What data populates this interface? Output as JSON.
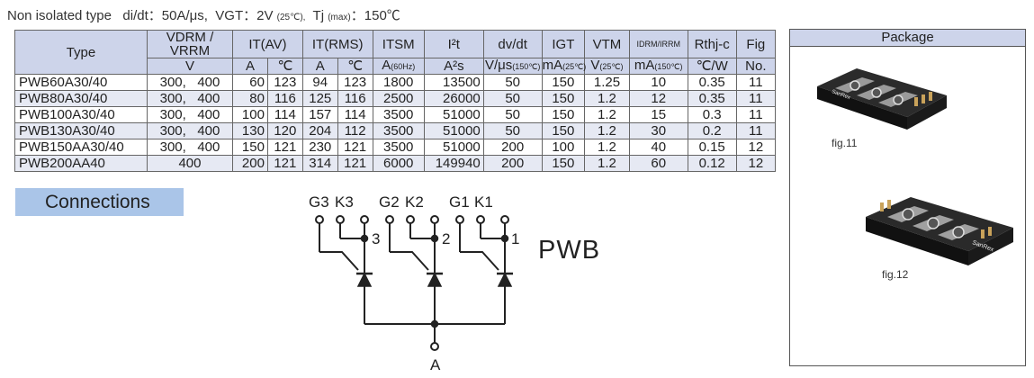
{
  "header": {
    "type_label": "Non isolated type",
    "didt": "di/dt：50A/μs,",
    "vgt_main": "VGT：2V",
    "vgt_cond": "(25℃),",
    "tj_main": "Tj",
    "tj_cond": "(max)",
    "tj_value": "：150℃"
  },
  "table": {
    "headers": {
      "type": "Type",
      "vdrm_top": "VDRM / VRRM",
      "vdrm_unit": "V",
      "it_av": "IT(AV)",
      "it_rms": "IT(RMS)",
      "unit_a": "A",
      "unit_c": "℃",
      "itsm_top": "ITSM",
      "itsm_unit": "A",
      "itsm_cond": "(60Hz)",
      "i2t_top": "I²t",
      "i2t_unit": "A²s",
      "dvdt_top": "dv/dt",
      "dvdt_unit": "V/μs",
      "dvdt_cond": "(150℃)",
      "igt_top": "IGT",
      "igt_unit": "mA",
      "igt_cond": "(25℃)",
      "vtm_top": "VTM",
      "vtm_unit": "V",
      "vtm_cond": "(25℃)",
      "idrm_top": "IDRM/IRRM",
      "idrm_unit": "mA",
      "idrm_cond": "(150℃)",
      "rth_top": "Rthj-c",
      "rth_unit": "℃/W",
      "fig_top": "Fig",
      "fig_unit": "No."
    },
    "rows": [
      {
        "type": "PWB60A30/40",
        "v1": "300,",
        "v2": "400",
        "it_av_a": "60",
        "it_av_c": "123",
        "it_rms_a": "94",
        "it_rms_c": "123",
        "itsm": "1800",
        "i2t": "13500",
        "dvdt": "50",
        "igt": "150",
        "vtm": "1.25",
        "idrm": "10",
        "rth": "0.35",
        "fig": "11"
      },
      {
        "type": "PWB80A30/40",
        "v1": "300,",
        "v2": "400",
        "it_av_a": "80",
        "it_av_c": "116",
        "it_rms_a": "125",
        "it_rms_c": "116",
        "itsm": "2500",
        "i2t": "26000",
        "dvdt": "50",
        "igt": "150",
        "vtm": "1.2",
        "idrm": "12",
        "rth": "0.35",
        "fig": "11"
      },
      {
        "type": "PWB100A30/40",
        "v1": "300,",
        "v2": "400",
        "it_av_a": "100",
        "it_av_c": "114",
        "it_rms_a": "157",
        "it_rms_c": "114",
        "itsm": "3500",
        "i2t": "51000",
        "dvdt": "50",
        "igt": "150",
        "vtm": "1.2",
        "idrm": "15",
        "rth": "0.3",
        "fig": "11"
      },
      {
        "type": "PWB130A30/40",
        "v1": "300,",
        "v2": "400",
        "it_av_a": "130",
        "it_av_c": "120",
        "it_rms_a": "204",
        "it_rms_c": "112",
        "itsm": "3500",
        "i2t": "51000",
        "dvdt": "50",
        "igt": "150",
        "vtm": "1.2",
        "idrm": "30",
        "rth": "0.2",
        "fig": "11"
      },
      {
        "type": "PWB150AA30/40",
        "v1": "300,",
        "v2": "400",
        "it_av_a": "150",
        "it_av_c": "121",
        "it_rms_a": "230",
        "it_rms_c": "121",
        "itsm": "3500",
        "i2t": "51000",
        "dvdt": "200",
        "igt": "100",
        "vtm": "1.2",
        "idrm": "40",
        "rth": "0.15",
        "fig": "12"
      },
      {
        "type": "PWB200AA40",
        "v": "400",
        "it_av_a": "200",
        "it_av_c": "121",
        "it_rms_a": "314",
        "it_rms_c": "121",
        "itsm": "6000",
        "i2t": "149940",
        "dvdt": "200",
        "igt": "150",
        "vtm": "1.2",
        "idrm": "60",
        "rth": "0.12",
        "fig": "12"
      }
    ]
  },
  "connections": {
    "label": "Connections",
    "terminals": [
      "G3",
      "K3",
      "G2",
      "K2",
      "G1",
      "K1"
    ],
    "node_numbers": [
      "3",
      "2",
      "1"
    ],
    "anode_label": "A",
    "model_label": "PWB"
  },
  "package": {
    "header": "Package",
    "fig11": "fig.11",
    "fig12": "fig.12",
    "brand": "SanRex"
  }
}
